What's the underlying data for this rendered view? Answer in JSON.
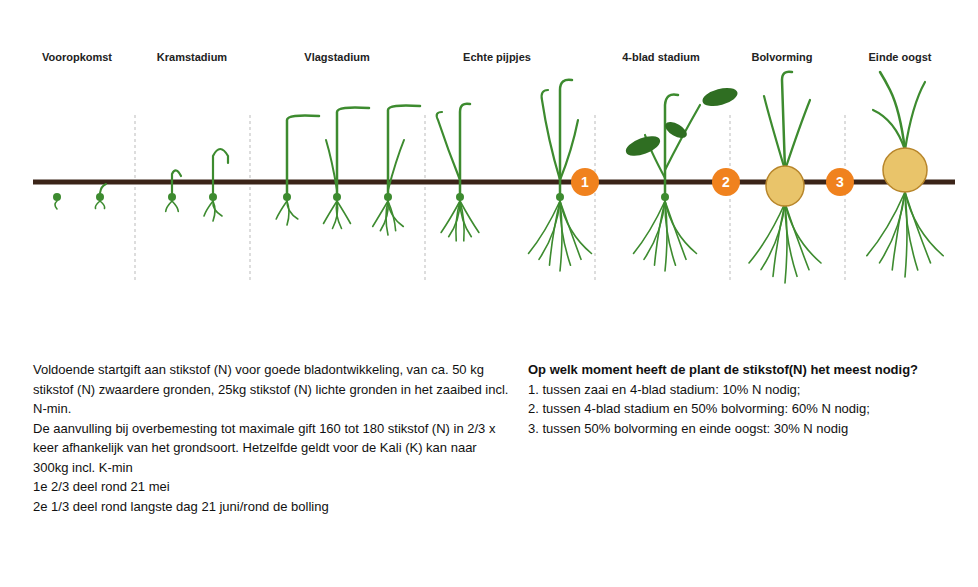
{
  "diagram": {
    "nodes": [
      {
        "text": [
          "1"
        ]
      },
      {
        "text": [
          "2"
        ]
      },
      {
        "text": [
          "3"
        ]
      }
    ],
    "labels": [
      "Vooropkomst",
      "Kramstadium",
      "Vlagstadium",
      "Echte pijpjes",
      "4-blad stadium",
      "Bolvorming",
      "Einde oogst",
      "Voldoende startgift aan stikstof (N) voor goede bladontwikkeling, van ca. 50 kg stikstof (N) zwaardere gronden, 25kg stikstof (N) lichte gronden in het zaaibed incl. N-min.",
      "De aanvulling bij overbemesting tot maximale gift 160 tot 180 stikstof (N) in 2/3 x keer afhankelijk van het grondsoort. Hetzelfde geldt voor de Kali (K) kan naar 300kg incl. K-min",
      "1e 2/3 deel rond 21 mei",
      "2e 1/3 deel rond langste dag 21 juni/rond de bolling",
      "Op welk moment heeft de plant de stikstof(N) het meest nodig?",
      "1. tussen zaai en 4-blad stadium: 10% N nodig;",
      "2. tussen 4-blad stadium en 50% bolvorming: 60% N nodig;",
      "3. tussen 50% bolvorming en einde oogst: 30% N nodig"
    ]
  }
}
